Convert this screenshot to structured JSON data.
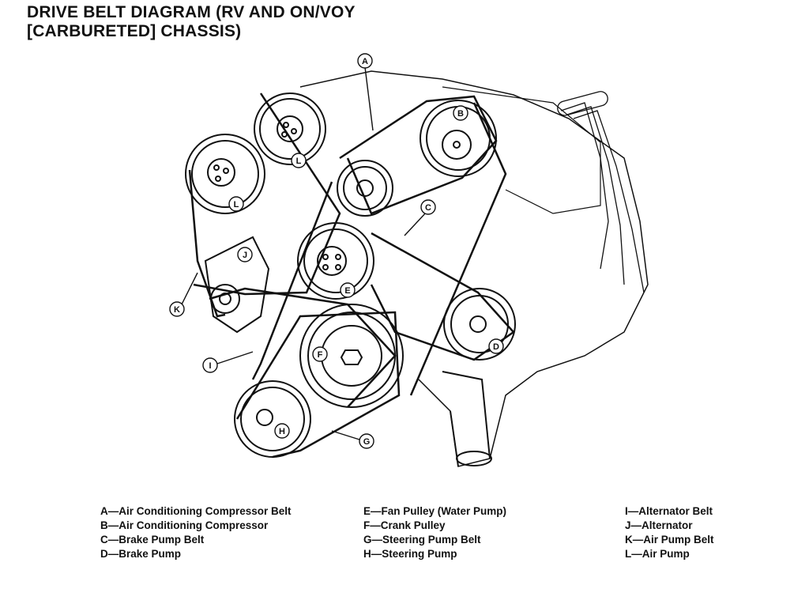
{
  "title": {
    "line1": "DRIVE BELT DIAGRAM (RV AND ON/VOY",
    "line2": "[CARBURETED] CHASSIS)"
  },
  "callouts": {
    "A": "A",
    "B": "B",
    "C": "C",
    "D": "D",
    "E": "E",
    "F": "F",
    "G": "G",
    "H": "H",
    "I": "I",
    "J": "J",
    "K": "K",
    "L1": "L",
    "L2": "L"
  },
  "legend": {
    "col1": [
      "A—Air Conditioning Compressor Belt",
      "B—Air Conditioning Compressor",
      "C—Brake Pump Belt",
      "D—Brake Pump"
    ],
    "col2": [
      "E—Fan Pulley (Water Pump)",
      "F—Crank Pulley",
      "G—Steering Pump Belt",
      "H—Steering Pump"
    ],
    "col3": [
      "I—Alternator Belt",
      "J—Alternator",
      "K—Air Pump Belt",
      "L—Air Pump"
    ]
  }
}
